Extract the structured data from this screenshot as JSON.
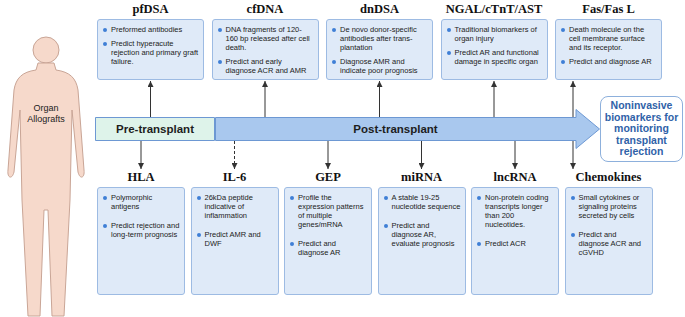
{
  "diagram": {
    "nodes": [
      {
        "text": [
          "pfDSA",
          "Preformed antibodies",
          "Predict hyperacute rejection and primary graft failure."
        ]
      },
      {
        "text": [
          "cfDNA",
          "DNA fragments of 120-160 bp released after cell death.",
          "Predict and early diagnose ACR and AMR"
        ]
      },
      {
        "text": [
          "dnDSA",
          "De novo donor-specific antibodies after trans-plantation",
          "Diagnose AMR and indicate poor prognosis"
        ]
      },
      {
        "text": [
          "NGAL/cTnT/AST",
          "Traditional biomarkers of organ injury",
          "Predict AR and functional damage in specific organ"
        ]
      },
      {
        "text": [
          "Fas/Fas L",
          "Death molecule on the cell membrane surface and its receptor.",
          "Predict and diagnose AR"
        ]
      },
      {
        "text": [
          "Pre-transplant"
        ]
      },
      {
        "text": [
          "Post-transplant"
        ]
      },
      {
        "text": [
          "Noninvasive biomarkers for monitoring transplant rejection"
        ]
      },
      {
        "text": [
          "HLA",
          "Polymorphic antigens",
          "Predict rejection and long-term prognosis"
        ]
      },
      {
        "text": [
          "IL-6",
          "26kDa peptide indicative of inflammation",
          "Predict AMR and DWF"
        ]
      },
      {
        "text": [
          "GEP",
          "Profile the expression patterns of multiple genes/mRNA",
          "Predict and diagnose AR"
        ]
      },
      {
        "text": [
          "miRNA",
          "A stable 19-25 nucleotide sequence",
          "Predict and diagnose AR, evaluate prognosis"
        ]
      },
      {
        "text": [
          "lncRNA",
          "Non-protein coding transcripts longer than 200 nucleotides.",
          "Predict ACR"
        ]
      },
      {
        "text": [
          "Chemokines",
          "Small cytokines or signaling proteins secreted by cells",
          "Predict and diagnose ACR and cGVHD"
        ]
      }
    ],
    "edges": [
      {
        "from": 5,
        "to": 0,
        "arrow": "to"
      },
      {
        "from": 6,
        "to": 1,
        "arrow": "to"
      },
      {
        "from": 6,
        "to": 2,
        "arrow": "to"
      },
      {
        "from": 6,
        "to": 3,
        "arrow": "to"
      },
      {
        "from": 6,
        "to": 4,
        "arrow": "to"
      },
      {
        "from": 5,
        "to": 8,
        "arrow": "to"
      },
      {
        "from": 6,
        "to": 9,
        "arrow": "to"
      },
      {
        "from": 6,
        "to": 10,
        "arrow": "to"
      },
      {
        "from": 6,
        "to": 11,
        "arrow": "to"
      },
      {
        "from": 6,
        "to": 12,
        "arrow": "to"
      },
      {
        "from": 6,
        "to": 13,
        "arrow": "to"
      }
    ],
    "labels": [
      "Organ Allografts"
    ]
  }
}
